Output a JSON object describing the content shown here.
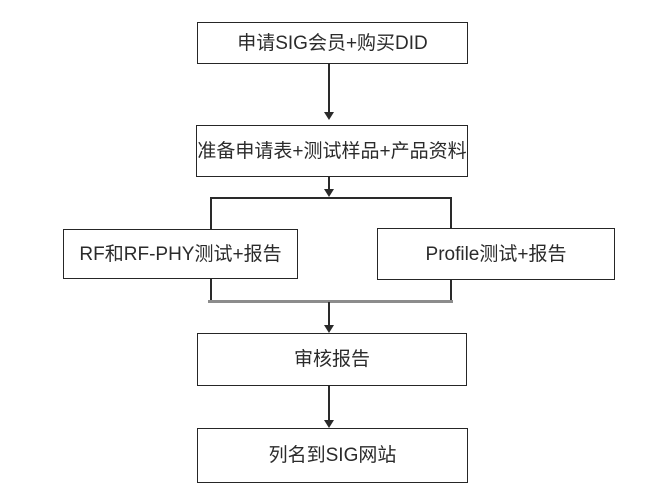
{
  "diagram_title": "SIG certification flowchart",
  "nodes": [
    {
      "id": "apply",
      "label": "申请SIG会员+购买DID"
    },
    {
      "id": "prepare",
      "label": "准备申请表+测试样品+产品资料"
    },
    {
      "id": "rf_test",
      "label": "RF和RF-PHY测试+报告"
    },
    {
      "id": "profile_test",
      "label": "Profile测试+报告"
    },
    {
      "id": "review",
      "label": "审核报告"
    },
    {
      "id": "listing",
      "label": "列名到SIG网站"
    }
  ],
  "edges": [
    {
      "from": "apply",
      "to": "prepare"
    },
    {
      "from": "prepare",
      "to": "rf_test"
    },
    {
      "from": "prepare",
      "to": "profile_test"
    },
    {
      "from": "rf_test",
      "to": "review"
    },
    {
      "from": "profile_test",
      "to": "review"
    },
    {
      "from": "review",
      "to": "listing"
    }
  ],
  "colors": {
    "background": "#ffffff",
    "line": "#2a2a2a",
    "box_border": "#262626",
    "text": "#2b2b2b",
    "merge_bar": "#8c8c8c"
  }
}
